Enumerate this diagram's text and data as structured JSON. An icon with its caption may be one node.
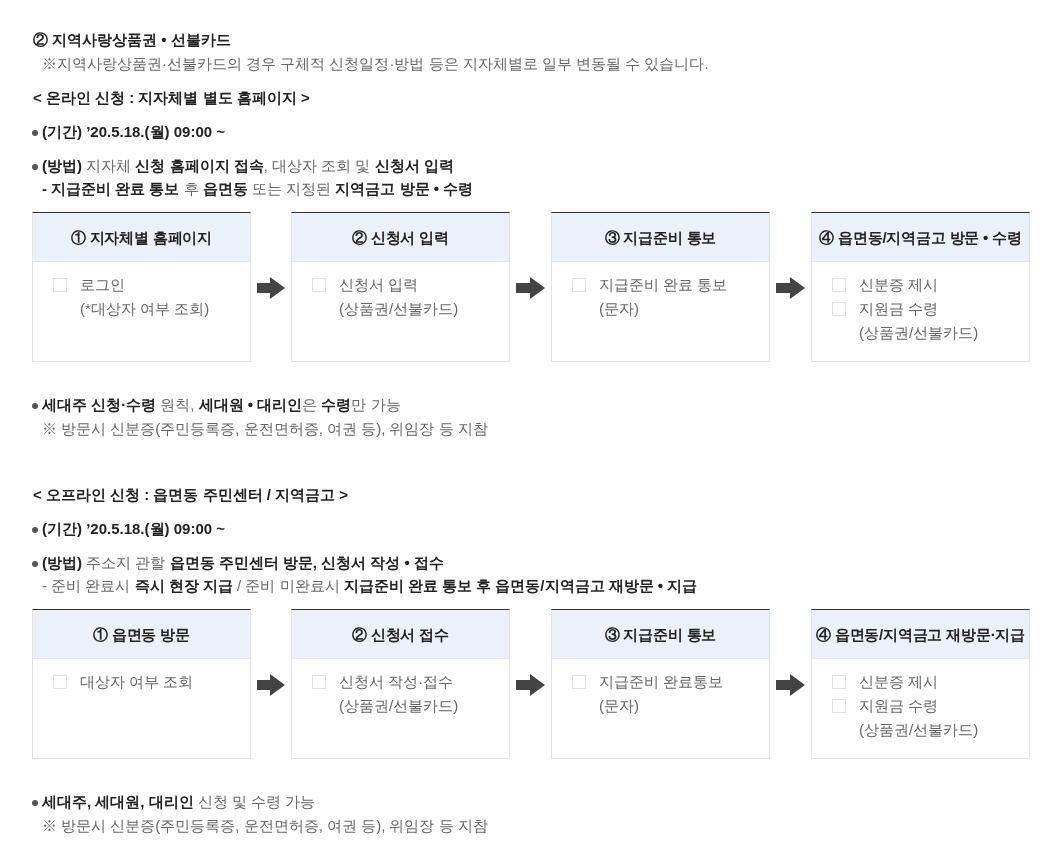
{
  "diagram": {
    "title": "② 지역사랑상품권 • 선불카드",
    "nodes": [
      {
        "text": [
          "① 지자체별 홈페이지",
          "로그인",
          "(*대상자 여부 조회)"
        ]
      },
      {
        "text": [
          "② 신청서 입력",
          "신청서 입력",
          "(상품권/선불카드)"
        ]
      },
      {
        "text": [
          "③ 지급준비 통보",
          "지급준비 완료 통보",
          "(문자)"
        ]
      },
      {
        "text": [
          "④ 읍면동/지역금고 방문 • 수령",
          "신분증 제시",
          "지원금 수령",
          "(상품권/선불카드)"
        ]
      },
      {
        "text": [
          "① 읍면동 방문",
          "대상자 여부 조회"
        ]
      },
      {
        "text": [
          "② 신청서 접수",
          "신청서 작성·접수",
          "(상품권/선불카드)"
        ]
      },
      {
        "text": [
          "③ 지급준비 통보",
          "지급준비 완료통보",
          "(문자)"
        ]
      },
      {
        "text": [
          "④ 읍면동/지역금고 재방문·지급",
          "신분증 제시",
          "지원금 수령",
          "(상품권/선불카드)"
        ]
      }
    ],
    "edges": [
      {
        "from": 0,
        "to": 1,
        "arrow": "to"
      },
      {
        "from": 1,
        "to": 2,
        "arrow": "to"
      },
      {
        "from": 2,
        "to": 3,
        "arrow": "to"
      },
      {
        "from": 4,
        "to": 5,
        "arrow": "to"
      },
      {
        "from": 5,
        "to": 6,
        "arrow": "to"
      },
      {
        "from": 6,
        "to": 7,
        "arrow": "to"
      }
    ],
    "labels": [
      "※지역사랑상품권·선불카드의 경우 구체적 신청일정·방법 등은 지자체별로 일부 변동될 수 있습니다.",
      "< 온라인 신청 : 지자체별 별도 홈페이지 >",
      "(기간) ’20.5.18.(월) 09:00 ~",
      "**(방법)** 지자체 **신청 홈페이지 접속**, 대상자 조회 및 **신청서 입력**",
      "**- 지급준비 완료 통보** 후 **읍면동** 또는 지정된 **지역금고 방문 • 수령**",
      "**세대주 신청·수령** 원칙, **세대원 • 대리인**은 **수령**만 가능",
      "※ 방문시 신분증(주민등록증, 운전면허증, 여권 등), 위임장 등 지참",
      "< 오프라인 신청 : 읍면동 주민센터 / 지역금고 >",
      "(기간) ’20.5.18.(월) 09:00 ~",
      "**(방법)** 주소지 관할 **읍면동 주민센터 방문, 신청서 작성 • 접수**",
      "- 준비 완료시 **즉시 현장 지급** / 준비 미완료시 **지급준비 완료 통보 후 읍면동/지역금고 재방문 • 지급**",
      "**세대주, 세대원, 대리인** 신청 및 수령 가능",
      "※ 방문시 신분증(주민등록증, 운전면허증, 여권 등), 위임장 등 지참"
    ]
  }
}
